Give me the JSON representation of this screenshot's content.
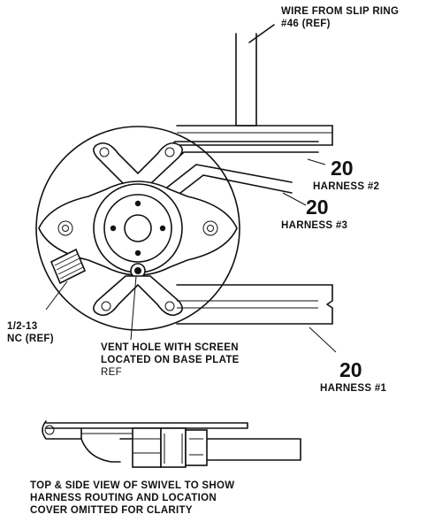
{
  "callouts": {
    "wire": {
      "line1": "WIRE FROM SLIP RING",
      "line2": "#46 (REF)"
    },
    "harness2": {
      "number": "20",
      "label": "HARNESS #2"
    },
    "harness3": {
      "number": "20",
      "label": "HARNESS #3"
    },
    "harness1": {
      "number": "20",
      "label": "HARNESS #1"
    },
    "bolt": {
      "line1": "1/2-13",
      "line2": "NC (REF)"
    },
    "vent": {
      "line1": "VENT HOLE WITH SCREEN",
      "line2": "LOCATED ON BASE PLATE",
      "line3": "REF"
    }
  },
  "caption": {
    "line1": "TOP & SIDE VIEW OF SWIVEL TO SHOW",
    "line2": "HARNESS ROUTING AND LOCATION",
    "line3": "COVER OMITTED FOR CLARITY"
  }
}
